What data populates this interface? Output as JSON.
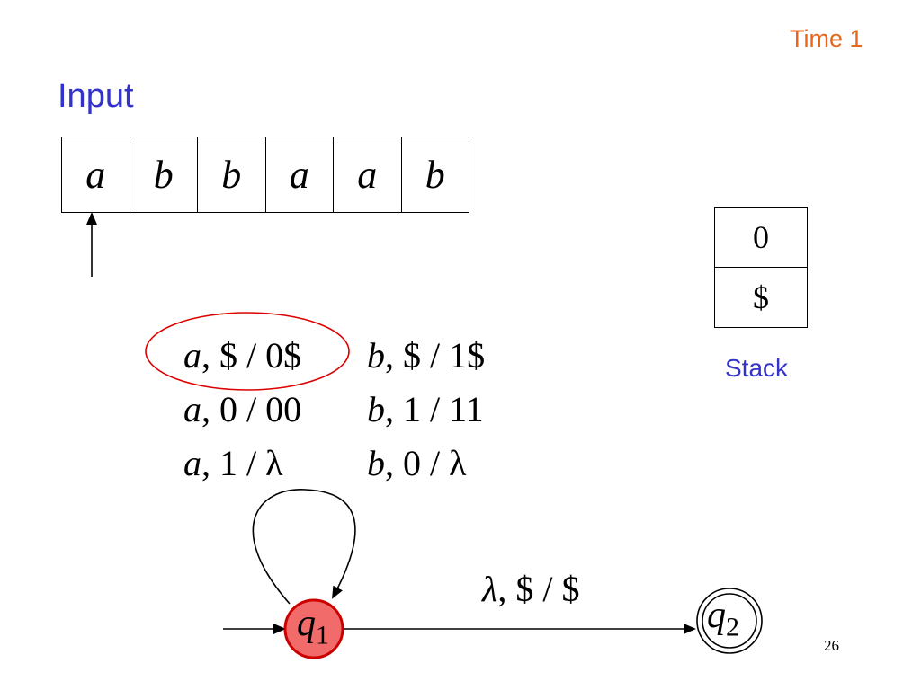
{
  "header": {
    "time_label": "Time 1"
  },
  "input": {
    "title": "Input",
    "tape": [
      "a",
      "b",
      "b",
      "a",
      "a",
      "b"
    ]
  },
  "stack": {
    "title": "Stack",
    "cells": [
      "0",
      "$"
    ]
  },
  "transitions": {
    "loop_rules": [
      {
        "symbol": "a",
        "rest": ", $ / 0$",
        "highlighted": true
      },
      {
        "symbol": "a",
        "rest": ", 0 / 00",
        "highlighted": false
      },
      {
        "symbol": "a",
        "rest": ", 1 / λ",
        "highlighted": false
      },
      {
        "symbol": "b",
        "rest": ", $ / 1$",
        "highlighted": false
      },
      {
        "symbol": "b",
        "rest": ", 1 / 11",
        "highlighted": false
      },
      {
        "symbol": "b",
        "rest": ", 0 / λ",
        "highlighted": false
      }
    ],
    "edge": {
      "symbol": "λ",
      "rest": ", $ / $"
    }
  },
  "states": {
    "q1": {
      "base": "q",
      "sub": "1"
    },
    "q2": {
      "base": "q",
      "sub": "2"
    }
  },
  "colors": {
    "active_state_fill": "#f26b6b",
    "active_state_stroke": "#cc0000",
    "highlight_ellipse": "#dd0000",
    "title_blue": "#3333cc",
    "time_orange": "#e8661b"
  },
  "page_number": "26"
}
